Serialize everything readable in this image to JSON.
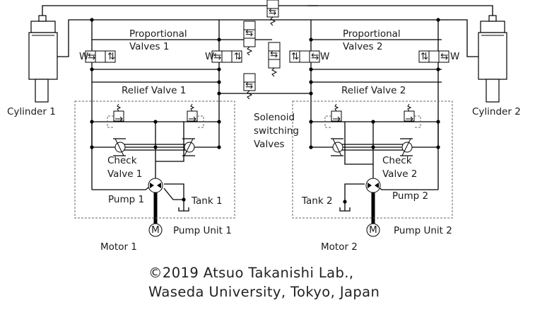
{
  "labels": {
    "proportional_valves_1": [
      "Proportional",
      "Valves 1"
    ],
    "proportional_valves_2": [
      "Proportional",
      "Valves 2"
    ],
    "relief_valve_1": "Relief Valve 1",
    "relief_valve_2": "Relief Valve 2",
    "cylinder_1": "Cylinder 1",
    "cylinder_2": "Cylinder 2",
    "solenoid_valves": [
      "Solenoid",
      "switching",
      "Valves"
    ],
    "check_valve_1": [
      "Check",
      "Valve 1"
    ],
    "check_valve_2": [
      "Check",
      "Valve 2"
    ],
    "pump_1": "Pump 1",
    "pump_2": "Pump 2",
    "tank_1": "Tank 1",
    "tank_2": "Tank 2",
    "pump_unit_1": "Pump Unit 1",
    "pump_unit_2": "Pump Unit 2",
    "motor_1": "Motor 1",
    "motor_2": "Motor 2",
    "motor_symbol": "M",
    "valve_w": "W"
  },
  "copyright": {
    "line1": "©2019 Atsuo Takanishi Lab.,",
    "line2": "Waseda University, Tokyo, Japan"
  }
}
